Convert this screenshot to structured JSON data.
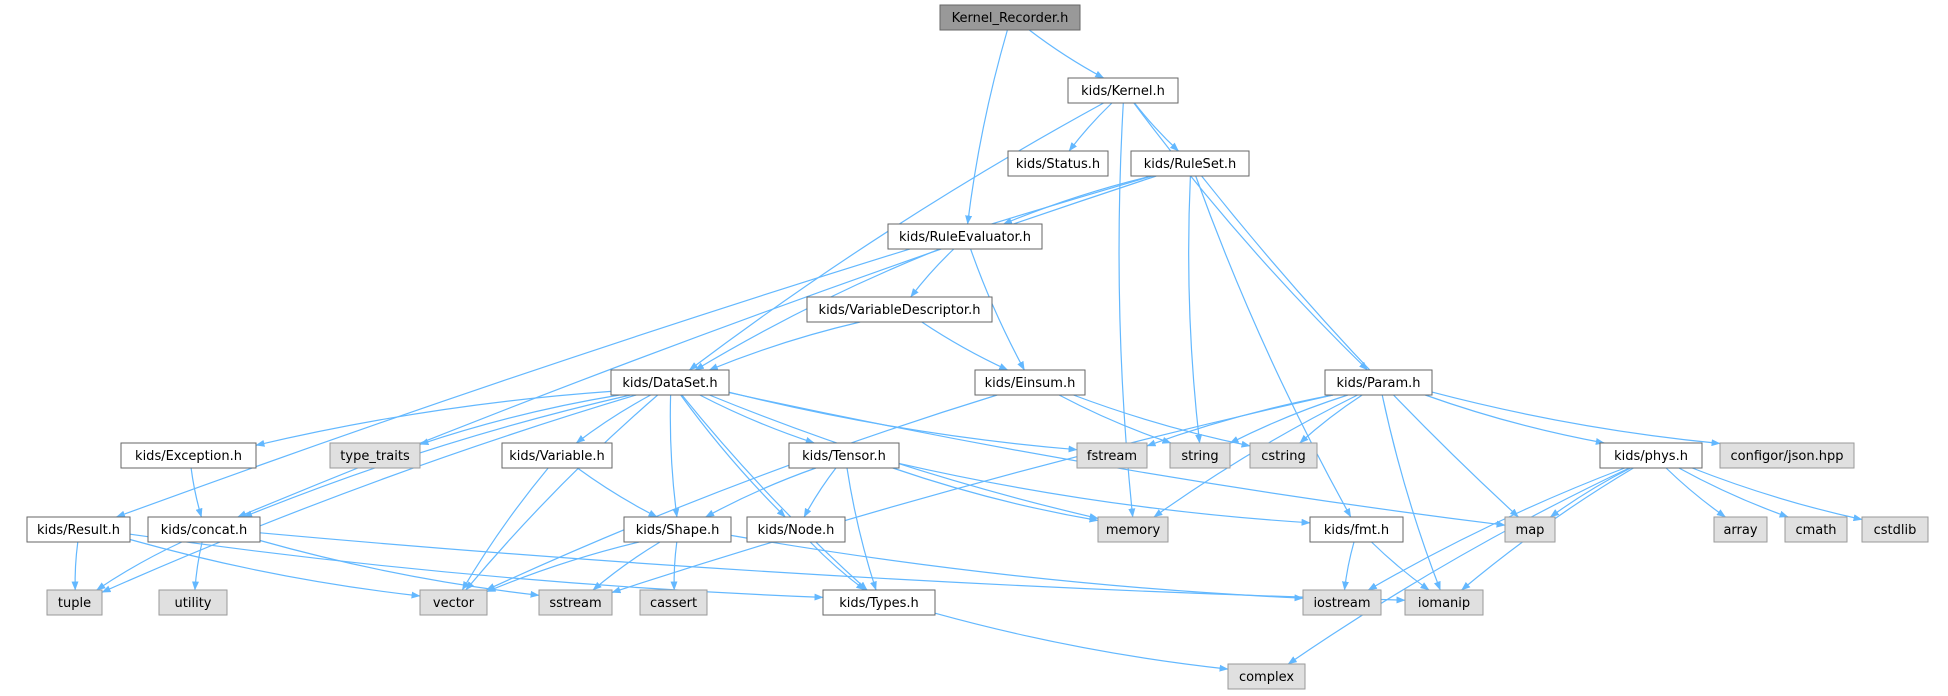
{
  "graph": {
    "colors": {
      "edge": "#63b8ff",
      "node_fill": "#ffffff",
      "node_border": "#666666",
      "system_fill": "#e0e0e0",
      "system_border": "#999999",
      "root_fill": "#999999",
      "root_border": "#666666"
    },
    "nodes": [
      {
        "id": "kernel_recorder",
        "label": "Kernel_Recorder.h",
        "kind": "root"
      },
      {
        "id": "kernel",
        "label": "kids/Kernel.h",
        "kind": "file"
      },
      {
        "id": "status",
        "label": "kids/Status.h",
        "kind": "file"
      },
      {
        "id": "ruleset",
        "label": "kids/RuleSet.h",
        "kind": "file"
      },
      {
        "id": "ruleevaluator",
        "label": "kids/RuleEvaluator.h",
        "kind": "file"
      },
      {
        "id": "variabledescriptor",
        "label": "kids/VariableDescriptor.h",
        "kind": "file"
      },
      {
        "id": "dataset",
        "label": "kids/DataSet.h",
        "kind": "file"
      },
      {
        "id": "einsum",
        "label": "kids/Einsum.h",
        "kind": "file"
      },
      {
        "id": "param",
        "label": "kids/Param.h",
        "kind": "file"
      },
      {
        "id": "exception",
        "label": "kids/Exception.h",
        "kind": "file"
      },
      {
        "id": "type_traits",
        "label": "type_traits",
        "kind": "system"
      },
      {
        "id": "variable",
        "label": "kids/Variable.h",
        "kind": "file"
      },
      {
        "id": "tensor",
        "label": "kids/Tensor.h",
        "kind": "file"
      },
      {
        "id": "fstream",
        "label": "fstream",
        "kind": "system"
      },
      {
        "id": "string",
        "label": "string",
        "kind": "system"
      },
      {
        "id": "cstring",
        "label": "cstring",
        "kind": "system"
      },
      {
        "id": "phys",
        "label": "kids/phys.h",
        "kind": "file"
      },
      {
        "id": "configor",
        "label": "configor/json.hpp",
        "kind": "system"
      },
      {
        "id": "result",
        "label": "kids/Result.h",
        "kind": "file"
      },
      {
        "id": "concat",
        "label": "kids/concat.h",
        "kind": "file"
      },
      {
        "id": "shape",
        "label": "kids/Shape.h",
        "kind": "file"
      },
      {
        "id": "node",
        "label": "kids/Node.h",
        "kind": "file"
      },
      {
        "id": "memory",
        "label": "memory",
        "kind": "system"
      },
      {
        "id": "fmt",
        "label": "kids/fmt.h",
        "kind": "file"
      },
      {
        "id": "map",
        "label": "map",
        "kind": "system"
      },
      {
        "id": "array",
        "label": "array",
        "kind": "system"
      },
      {
        "id": "cmath",
        "label": "cmath",
        "kind": "system"
      },
      {
        "id": "cstdlib",
        "label": "cstdlib",
        "kind": "system"
      },
      {
        "id": "tuple",
        "label": "tuple",
        "kind": "system"
      },
      {
        "id": "utility",
        "label": "utility",
        "kind": "system"
      },
      {
        "id": "vector",
        "label": "vector",
        "kind": "system"
      },
      {
        "id": "sstream",
        "label": "sstream",
        "kind": "system"
      },
      {
        "id": "cassert",
        "label": "cassert",
        "kind": "system"
      },
      {
        "id": "types",
        "label": "kids/Types.h",
        "kind": "file"
      },
      {
        "id": "iostream",
        "label": "iostream",
        "kind": "system"
      },
      {
        "id": "iomanip",
        "label": "iomanip",
        "kind": "system"
      },
      {
        "id": "complex",
        "label": "complex",
        "kind": "system"
      }
    ],
    "edges": [
      {
        "from": "kernel_recorder",
        "to": "kernel"
      },
      {
        "from": "kernel_recorder",
        "to": "ruleevaluator"
      },
      {
        "from": "kernel",
        "to": "status"
      },
      {
        "from": "kernel",
        "to": "ruleset"
      },
      {
        "from": "kernel",
        "to": "dataset"
      },
      {
        "from": "kernel",
        "to": "param"
      },
      {
        "from": "kernel",
        "to": "memory"
      },
      {
        "from": "ruleset",
        "to": "ruleevaluator"
      },
      {
        "from": "ruleset",
        "to": "concat"
      },
      {
        "from": "ruleset",
        "to": "result"
      },
      {
        "from": "ruleset",
        "to": "string"
      },
      {
        "from": "ruleset",
        "to": "fmt"
      },
      {
        "from": "ruleset",
        "to": "map"
      },
      {
        "from": "ruleevaluator",
        "to": "variabledescriptor"
      },
      {
        "from": "ruleevaluator",
        "to": "dataset"
      },
      {
        "from": "ruleevaluator",
        "to": "einsum"
      },
      {
        "from": "variabledescriptor",
        "to": "dataset"
      },
      {
        "from": "variabledescriptor",
        "to": "einsum"
      },
      {
        "from": "einsum",
        "to": "string"
      },
      {
        "from": "einsum",
        "to": "cstring"
      },
      {
        "from": "einsum",
        "to": "vector"
      },
      {
        "from": "dataset",
        "to": "exception"
      },
      {
        "from": "dataset",
        "to": "type_traits"
      },
      {
        "from": "dataset",
        "to": "variable"
      },
      {
        "from": "dataset",
        "to": "tensor"
      },
      {
        "from": "dataset",
        "to": "fstream"
      },
      {
        "from": "dataset",
        "to": "shape"
      },
      {
        "from": "dataset",
        "to": "node"
      },
      {
        "from": "dataset",
        "to": "memory"
      },
      {
        "from": "dataset",
        "to": "map"
      },
      {
        "from": "dataset",
        "to": "types"
      },
      {
        "from": "dataset",
        "to": "concat"
      },
      {
        "from": "dataset",
        "to": "tuple"
      },
      {
        "from": "dataset",
        "to": "vector"
      },
      {
        "from": "param",
        "to": "fstream"
      },
      {
        "from": "param",
        "to": "string"
      },
      {
        "from": "param",
        "to": "cstring"
      },
      {
        "from": "param",
        "to": "configor"
      },
      {
        "from": "param",
        "to": "phys"
      },
      {
        "from": "param",
        "to": "memory"
      },
      {
        "from": "param",
        "to": "iomanip"
      },
      {
        "from": "param",
        "to": "sstream"
      },
      {
        "from": "exception",
        "to": "concat"
      },
      {
        "from": "variable",
        "to": "shape"
      },
      {
        "from": "variable",
        "to": "vector"
      },
      {
        "from": "tensor",
        "to": "shape"
      },
      {
        "from": "tensor",
        "to": "node"
      },
      {
        "from": "tensor",
        "to": "memory"
      },
      {
        "from": "tensor",
        "to": "fmt"
      },
      {
        "from": "tensor",
        "to": "types"
      },
      {
        "from": "phys",
        "to": "map"
      },
      {
        "from": "phys",
        "to": "array"
      },
      {
        "from": "phys",
        "to": "cmath"
      },
      {
        "from": "phys",
        "to": "cstdlib"
      },
      {
        "from": "phys",
        "to": "iostream"
      },
      {
        "from": "phys",
        "to": "iomanip"
      },
      {
        "from": "phys",
        "to": "complex"
      },
      {
        "from": "result",
        "to": "tuple"
      },
      {
        "from": "result",
        "to": "vector"
      },
      {
        "from": "result",
        "to": "types"
      },
      {
        "from": "concat",
        "to": "tuple"
      },
      {
        "from": "concat",
        "to": "utility"
      },
      {
        "from": "concat",
        "to": "sstream"
      },
      {
        "from": "concat",
        "to": "iomanip"
      },
      {
        "from": "shape",
        "to": "vector"
      },
      {
        "from": "shape",
        "to": "sstream"
      },
      {
        "from": "shape",
        "to": "cassert"
      },
      {
        "from": "shape",
        "to": "iostream"
      },
      {
        "from": "node",
        "to": "types"
      },
      {
        "from": "fmt",
        "to": "iostream"
      },
      {
        "from": "fmt",
        "to": "iomanip"
      },
      {
        "from": "types",
        "to": "complex"
      }
    ]
  }
}
